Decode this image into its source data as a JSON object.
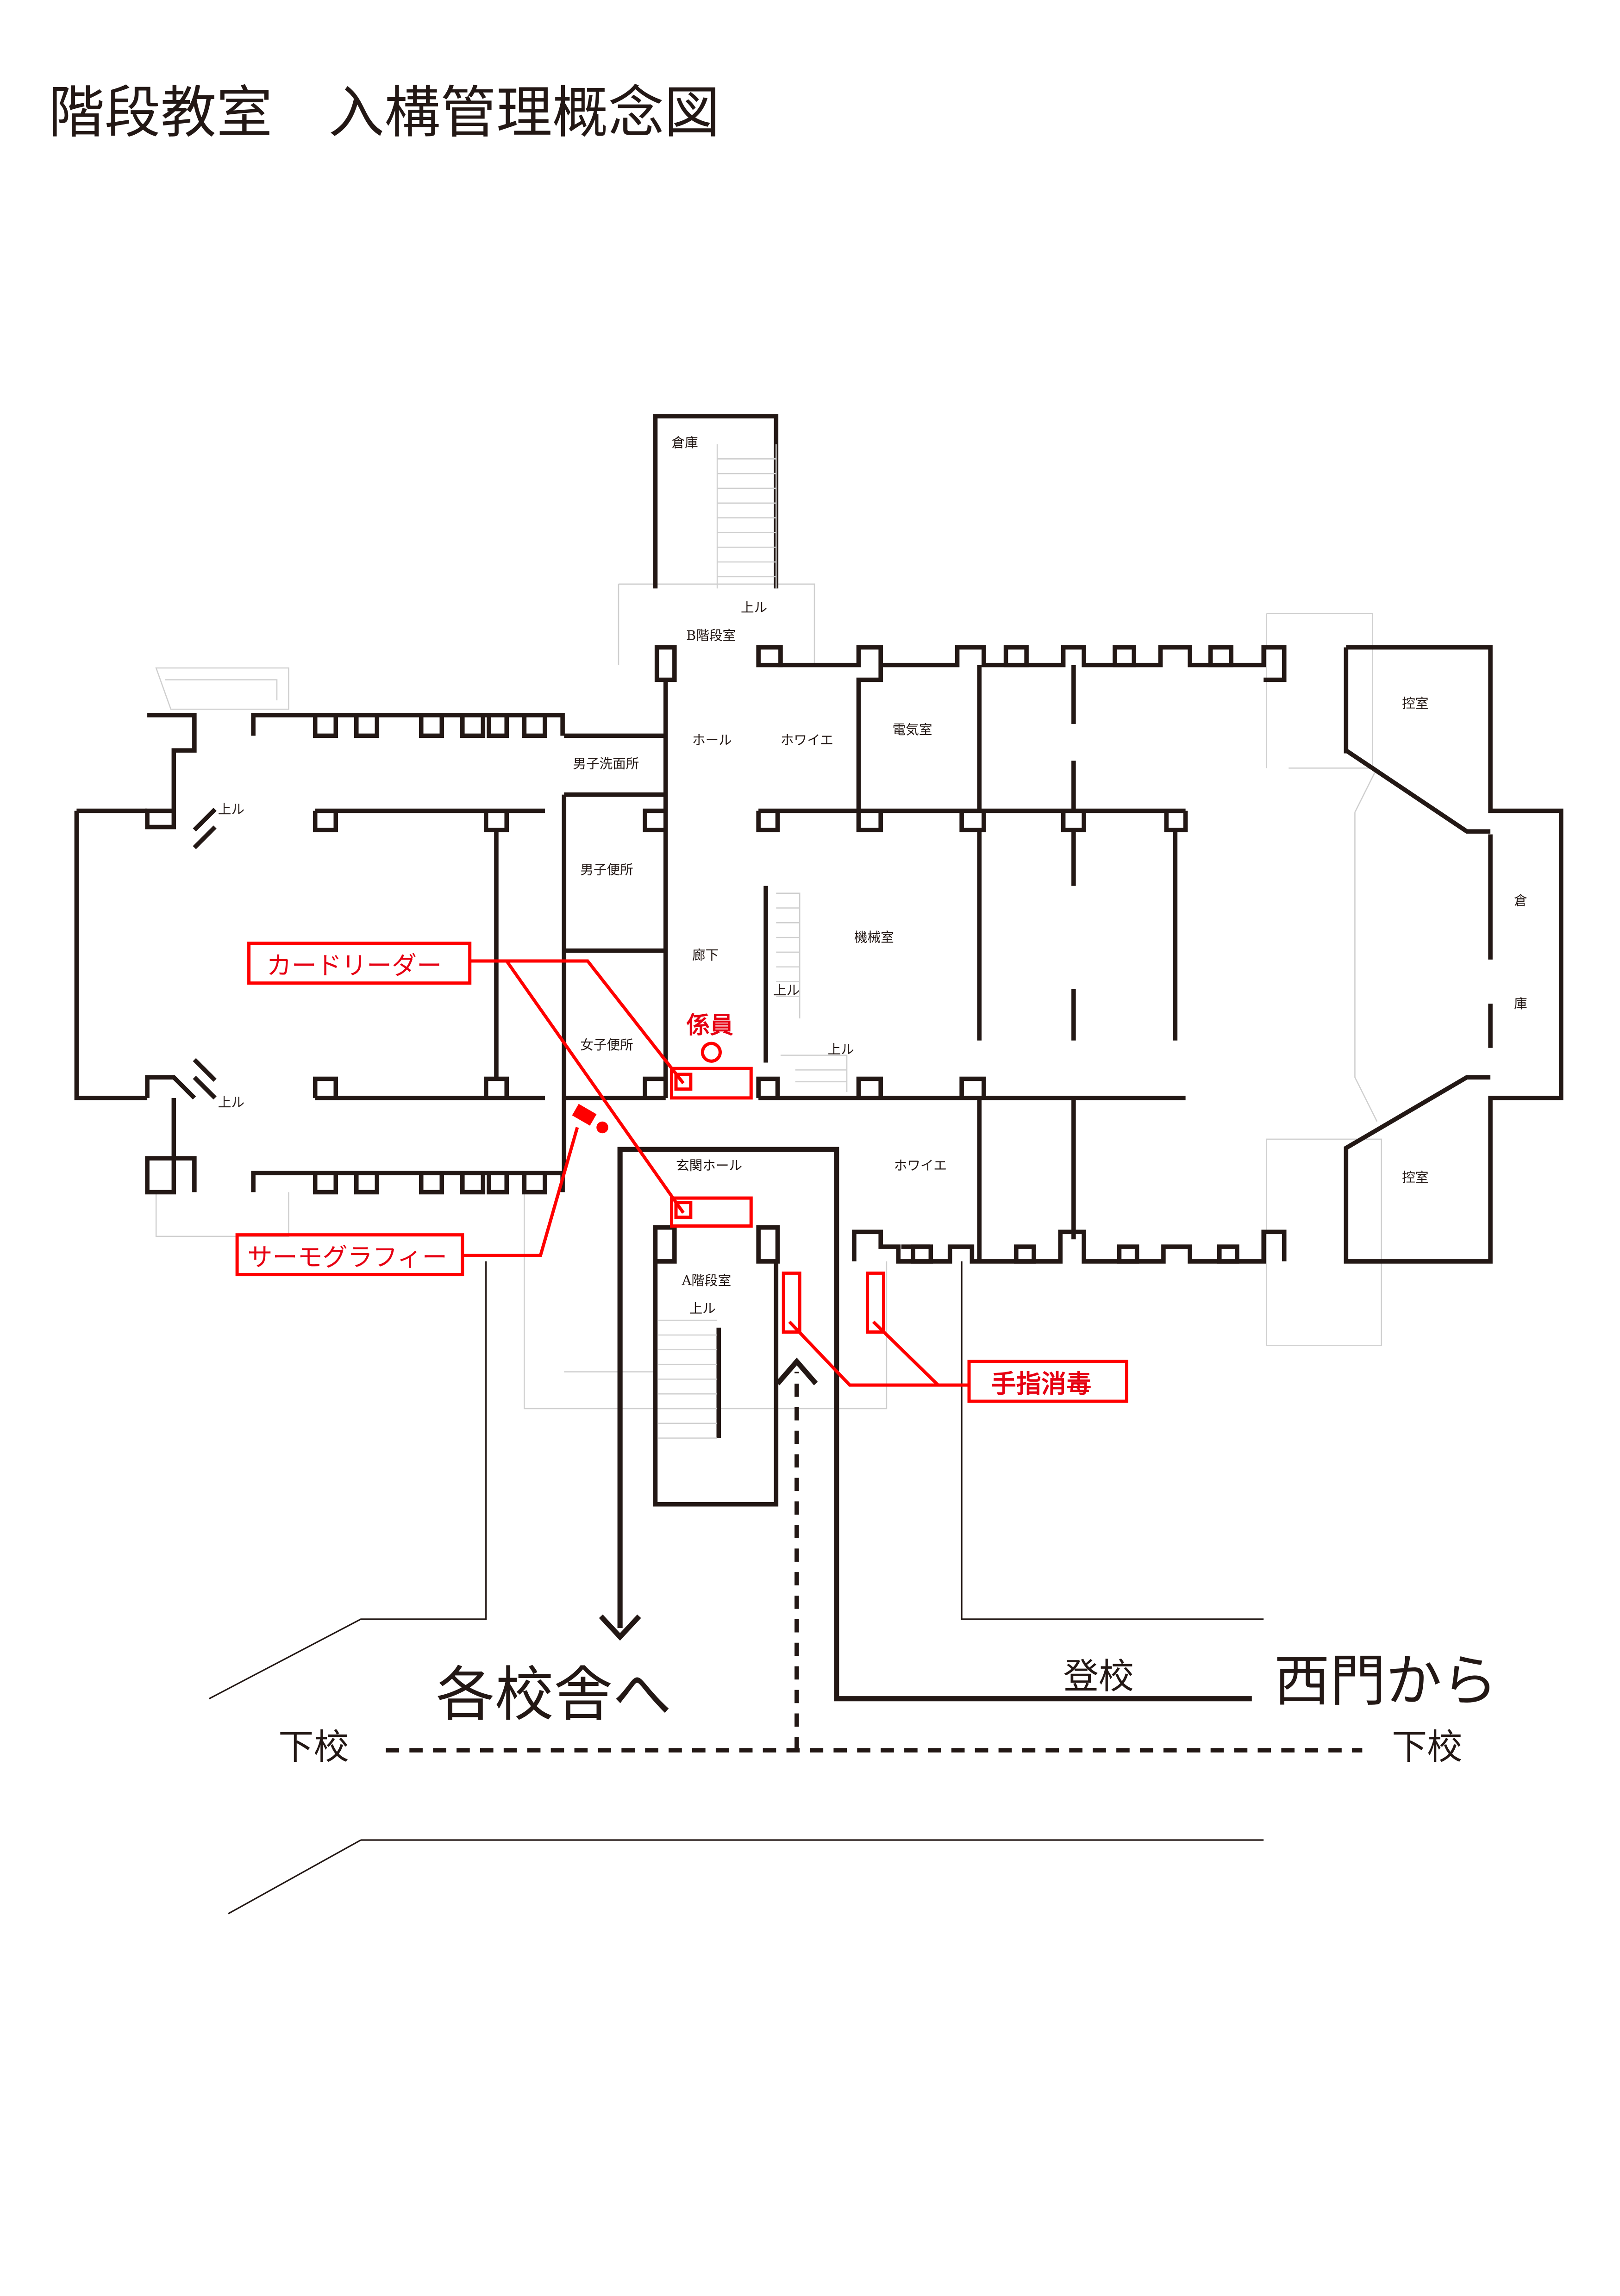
{
  "title": "階段教室　入構管理概念図",
  "rooms": {
    "souko_top": "倉庫",
    "agaru_b": "上ル",
    "b_stair": "B階段室",
    "hall": "ホール",
    "foyer_top": "ホワイエ",
    "denki": "電気室",
    "hikae_top": "控室",
    "senmen": "男子洗面所",
    "agaru_left_top": "上ル",
    "danshi_benjo": "男子便所",
    "kikai": "機械室",
    "souko_right_1": "倉",
    "souko_right_2": "庫",
    "rouka": "廊下",
    "agaru_mid": "上ル",
    "joshi_benjo": "女子便所",
    "agaru_small": "上ル",
    "agaru_left_bottom": "上ル",
    "genkan": "玄関ホール",
    "foyer_bottom": "ホワイエ",
    "hikae_bottom": "控室",
    "a_stair": "A階段室",
    "agaru_a": "上ル"
  },
  "annotations": {
    "card_reader": "カードリーダー",
    "staff": "係員",
    "thermography": "サーモグラフィー",
    "hand_sanitizer": "手指消毒"
  },
  "routes": {
    "to_buildings": "各校舎へ",
    "from_west_gate": "西門から",
    "arrival": "登校",
    "departure_left": "下校",
    "departure_right": "下校"
  },
  "colors": {
    "wall": "#231815",
    "annotation": "#ff0000"
  }
}
